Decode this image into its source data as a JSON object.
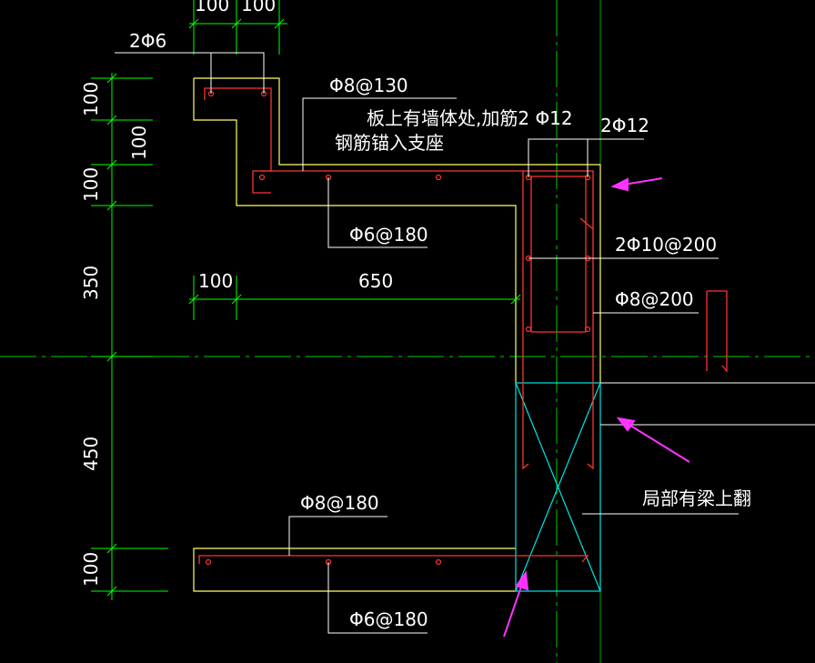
{
  "colors": {
    "background": "#000000",
    "concrete_outline": "#ffff66",
    "rebar": "#ff3333",
    "dimension": "#00ff00",
    "leader": "#ffffff",
    "column": "#00e5e5",
    "arrow": "#ff33ff",
    "axis": "#00cc00"
  },
  "dimensions": {
    "top_100_left": "100",
    "top_100_right": "100",
    "left_100_a": "100",
    "left_100_b": "100",
    "left_100_c": "100",
    "left_350": "350",
    "left_450": "450",
    "left_100_bottom": "100",
    "horiz_100": "100",
    "horiz_650": "650"
  },
  "annotations": {
    "bar_2phi6": "2Φ6",
    "phi8_130": "Φ8@130",
    "wall_note": "板上有墙体处,加筋2 Φ12",
    "anchor_note": "钢筋锚入支座",
    "phi6_180_upper": "Φ6@180",
    "bar_2phi12": "2Φ12",
    "bar_2phi10_200": "2Φ10@200",
    "phi8_200": "Φ8@200",
    "beam_up_note": "局部有梁上翻",
    "phi8_180": "Φ8@180",
    "phi6_180_lower": "Φ6@180"
  }
}
